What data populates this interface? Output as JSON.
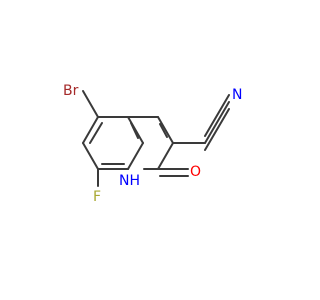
{
  "structure": {
    "atoms": {
      "br": {
        "label": "Br",
        "color": "#a52a2a"
      },
      "f": {
        "label": "F",
        "color": "#a8a832"
      },
      "nh": {
        "label": "NH",
        "color": "#0000ff"
      },
      "h": {
        "label": "H",
        "color": "#0000ff"
      },
      "o": {
        "label": "O",
        "color": "#ff0000"
      },
      "n_nitrile": {
        "label": "N",
        "color": "#0000ff"
      }
    },
    "bond_color": "#3a3a3a"
  }
}
